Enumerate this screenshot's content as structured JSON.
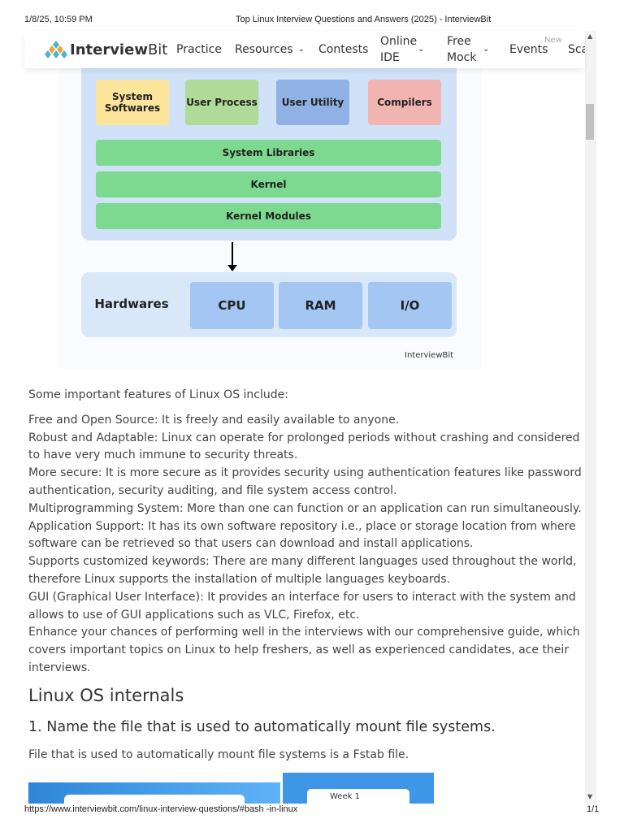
{
  "print": {
    "datetime": "1/8/25, 10:59 PM",
    "title": "Top Linux Interview Questions and Answers (2025) - InterviewBit",
    "url": "https://www.interviewbit.com/linux-interview-questions/#bash -in-linux",
    "pages": "1/1"
  },
  "nav": {
    "logo_a": "Interview",
    "logo_b": "Bit",
    "items": [
      "Practice",
      "Resources",
      "Contests",
      "Online IDE",
      "Free Mock",
      "Events",
      "Sca"
    ],
    "badge": "New"
  },
  "diagram": {
    "user": [
      "System Softwares",
      "User Process",
      "User Utility",
      "Compilers"
    ],
    "layers": [
      "System Libraries",
      "Kernel",
      "Kernel Modules"
    ],
    "hw_label": "Hardwares",
    "hw": [
      "CPU",
      "RAM",
      "I/O"
    ],
    "watermark": "InterviewBit",
    "colors": {
      "yellow": "#fce49a",
      "green": "#b0da97",
      "blue": "#8fb1e3",
      "red": "#f2b4b0",
      "layer": "#7cd98f",
      "panel": "#cfe2f8",
      "hw": "#a3c6f2"
    }
  },
  "content": {
    "intro": "Some important features of Linux OS include:",
    "features": [
      "Free and Open Source: It is freely and easily available to anyone.",
      "Robust and Adaptable: Linux can operate for prolonged periods without crashing and considered to have very much immune to security threats.",
      "More secure: It is more secure as it provides security using authentication features like password authentication, security auditing, and file system access control.",
      "Multiprogramming System: More than one can function or an application can run simultaneously.",
      "Application Support: It has its own software repository i.e., place or storage location from where software can be retrieved so that users can download and install applications.",
      "Supports customized keywords: There are many different languages used throughout the world, therefore Linux supports the installation of multiple languages keyboards.",
      "GUI (Graphical User Interface): It provides an interface for users to interact with the system and allows to use of GUI applications such as VLC, Firefox, etc.",
      "Enhance your chances of performing well in the interviews with our comprehensive guide, which covers important topics on Linux to help freshers, as well as experienced candidates, ace their interviews."
    ],
    "h2": "Linux OS internals",
    "h3": "1. Name the file that is used to automatically mount file systems.",
    "answer": "File that is used to automatically mount file systems is a Fstab file.",
    "preview_label": "Week 1"
  }
}
